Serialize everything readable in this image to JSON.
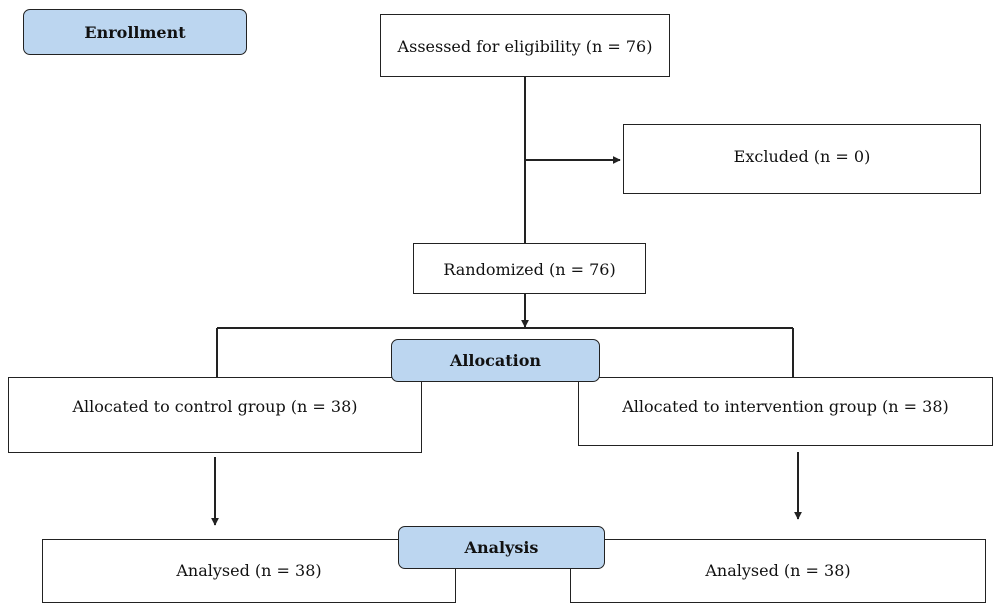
{
  "colors": {
    "stage_fill": "#bcd6f0",
    "line": "#222222"
  },
  "stages": {
    "enrollment": "Enrollment",
    "allocation": "Allocation",
    "analysis": "Analysis"
  },
  "boxes": {
    "assessed": "Assessed for eligibility (n = 76)",
    "excluded": "Excluded (n = 0)",
    "randomized": "Randomized (n = 76)",
    "control": "Allocated to control group (n = 38)",
    "intervention": "Allocated to intervention group (n = 38)",
    "analysed_control": "Analysed (n = 38)",
    "analysed_intervention": "Analysed (n = 38)"
  }
}
